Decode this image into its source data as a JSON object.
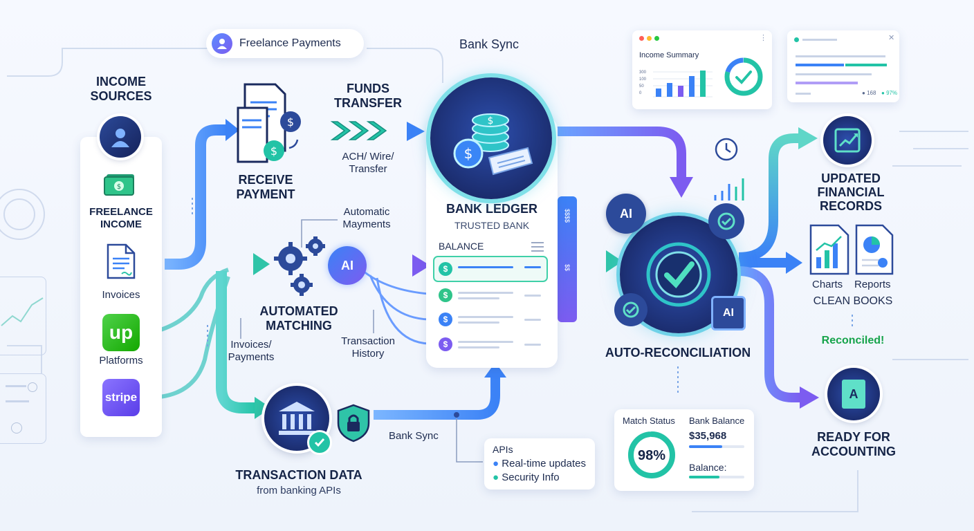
{
  "colors": {
    "blue": "#3b82f6",
    "teal": "#22c3a6",
    "purple": "#7c5cf0",
    "navy": "#1a2a5e",
    "green": "#16a34a"
  },
  "header": {
    "pill_label": "Freelance Payments",
    "bank_sync_title": "Bank Sync"
  },
  "income": {
    "title": "INCOME\nSOURCES",
    "freelance_label": "FREELANCE\nINCOME",
    "invoices_label": "Invoices",
    "platforms_label": "Platforms",
    "upwork_logo": "up",
    "stripe_logo": "stripe"
  },
  "receive": {
    "label": "RECEIVE\nPAYMENT"
  },
  "funds": {
    "title": "FUNDS\nTRANSFER",
    "sub": "ACH/ Wire/\nTransfer"
  },
  "matching": {
    "annotation": "Automatic\nMayments",
    "label": "AUTOMATED\nMATCHING",
    "ai": "AI",
    "invoices_payments": "Invoices/\nPayments",
    "history": "Transaction\nHistory"
  },
  "ledger": {
    "title": "BANK LEDGER",
    "subtitle": "TRUSTED BANK",
    "balance_label": "BALANCE",
    "coin": "$"
  },
  "transaction": {
    "title": "TRANSACTION DATA",
    "sub": "from banking APIs",
    "bank_sync": "Bank Sync"
  },
  "apis": {
    "title": "APIs",
    "items": [
      "Real-time updates",
      "Security Info"
    ]
  },
  "recon": {
    "label": "AUTO-RECONCILIATION",
    "ai": "AI"
  },
  "match_status": {
    "title": "Match Status",
    "percent": "98%",
    "progress": 0.98,
    "bank_balance_title": "Bank Balance",
    "bank_balance_value": "$35,968",
    "balance_label": "Balance:"
  },
  "income_summary": {
    "title": "Income Summary",
    "ticks": [
      "300",
      "100",
      "50",
      "0"
    ]
  },
  "mini_card": {
    "stat1": "168",
    "stat2": "97%"
  },
  "outputs": {
    "updated_label": "UPDATED\nFINANCIAL\nRECORDS",
    "charts_label": "Charts",
    "reports_label": "Reports",
    "clean_books": "CLEAN BOOKS",
    "reconciled": "Reconciled!",
    "ready_label": "READY FOR\nACCOUNTING",
    "doc_letter": "A"
  },
  "side": {
    "ledger_strip_1": "$$$$",
    "ledger_strip_2": "$$"
  }
}
